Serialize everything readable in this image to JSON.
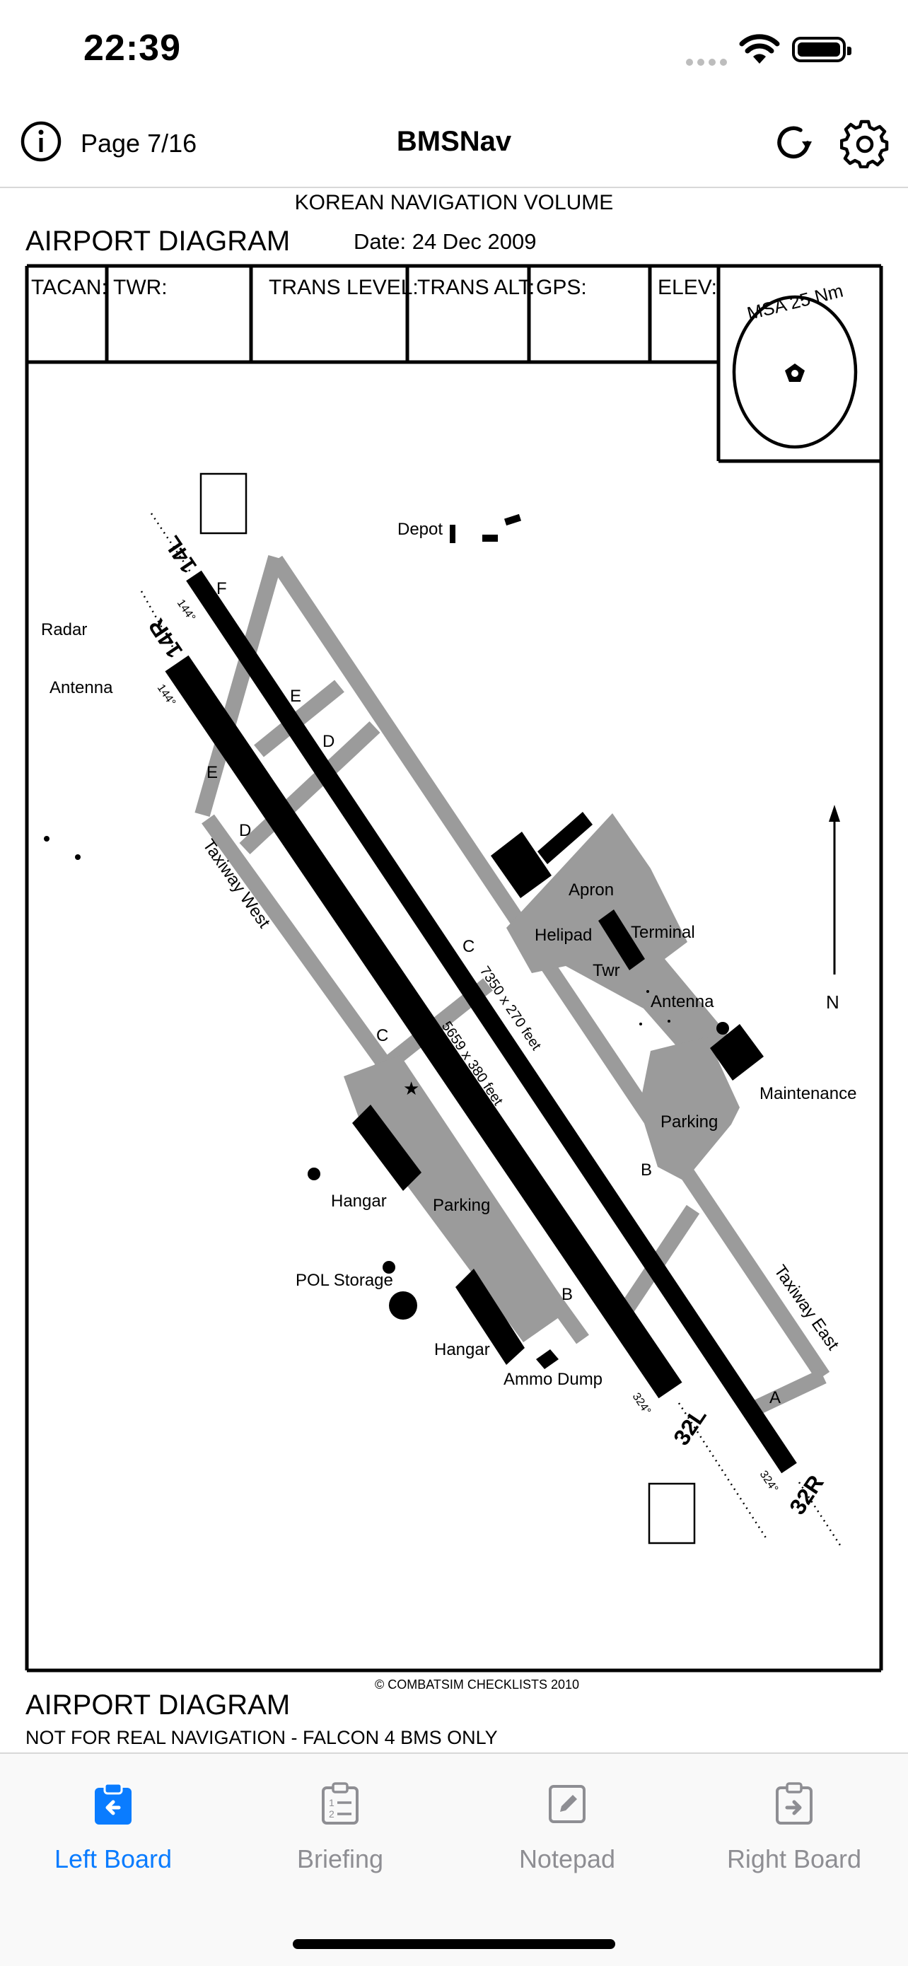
{
  "status_bar": {
    "time": "22:39"
  },
  "nav": {
    "page_label": "Page 7/16",
    "title": "BMSNav"
  },
  "doc": {
    "header": "KOREAN NAVIGATION VOLUME",
    "diagram_title": "AIRPORT DIAGRAM",
    "date": "Date: 24 Dec 2009",
    "fields": [
      "TACAN:",
      "TWR:",
      "TRANS LEVEL:",
      "TRANS ALT:",
      "GPS:",
      "ELEV:"
    ],
    "msa": "MSA 25 Nm",
    "north": "N",
    "labels": {
      "depot": "Depot",
      "radar": "Radar",
      "antenna_w": "Antenna",
      "taxiway_west": "Taxiway West",
      "taxiway_east": "Taxiway East",
      "apron": "Apron",
      "helipad": "Helipad",
      "terminal": "Terminal",
      "twr": "Twr",
      "antenna_e": "Antenna",
      "maintenance": "Maintenance",
      "parking_e": "Parking",
      "parking_w": "Parking",
      "hangar1": "Hangar",
      "hangar2": "Hangar",
      "pol": "POL Storage",
      "ammo": "Ammo Dump",
      "rwy_long": "7350 x 270 feet",
      "rwy_short": "5659 x 380 feet"
    },
    "runways": {
      "r14l": "14L",
      "r14r": "14R",
      "r32l": "32L",
      "r32r": "32R",
      "hdg144": "144°",
      "hdg324": "324°"
    },
    "taxi_letters": {
      "a": "A",
      "b": "B",
      "c": "C",
      "d": "D",
      "e": "E",
      "f": "F"
    },
    "footer_copyright": "© COMBATSIM CHECKLISTS 2010",
    "footer_title": "AIRPORT DIAGRAM",
    "footer_note": "NOT FOR REAL NAVIGATION - FALCON 4 BMS ONLY"
  },
  "tabs": [
    {
      "label": "Left Board",
      "icon": "clipboard-left-icon",
      "active": true
    },
    {
      "label": "Briefing",
      "icon": "clipboard-list-icon",
      "active": false
    },
    {
      "label": "Notepad",
      "icon": "notepad-icon",
      "active": false
    },
    {
      "label": "Right Board",
      "icon": "clipboard-right-icon",
      "active": false
    }
  ],
  "colors": {
    "accent": "#0A7CFF",
    "inactive": "#8E8E93",
    "taxiway": "#9B9B9B"
  }
}
